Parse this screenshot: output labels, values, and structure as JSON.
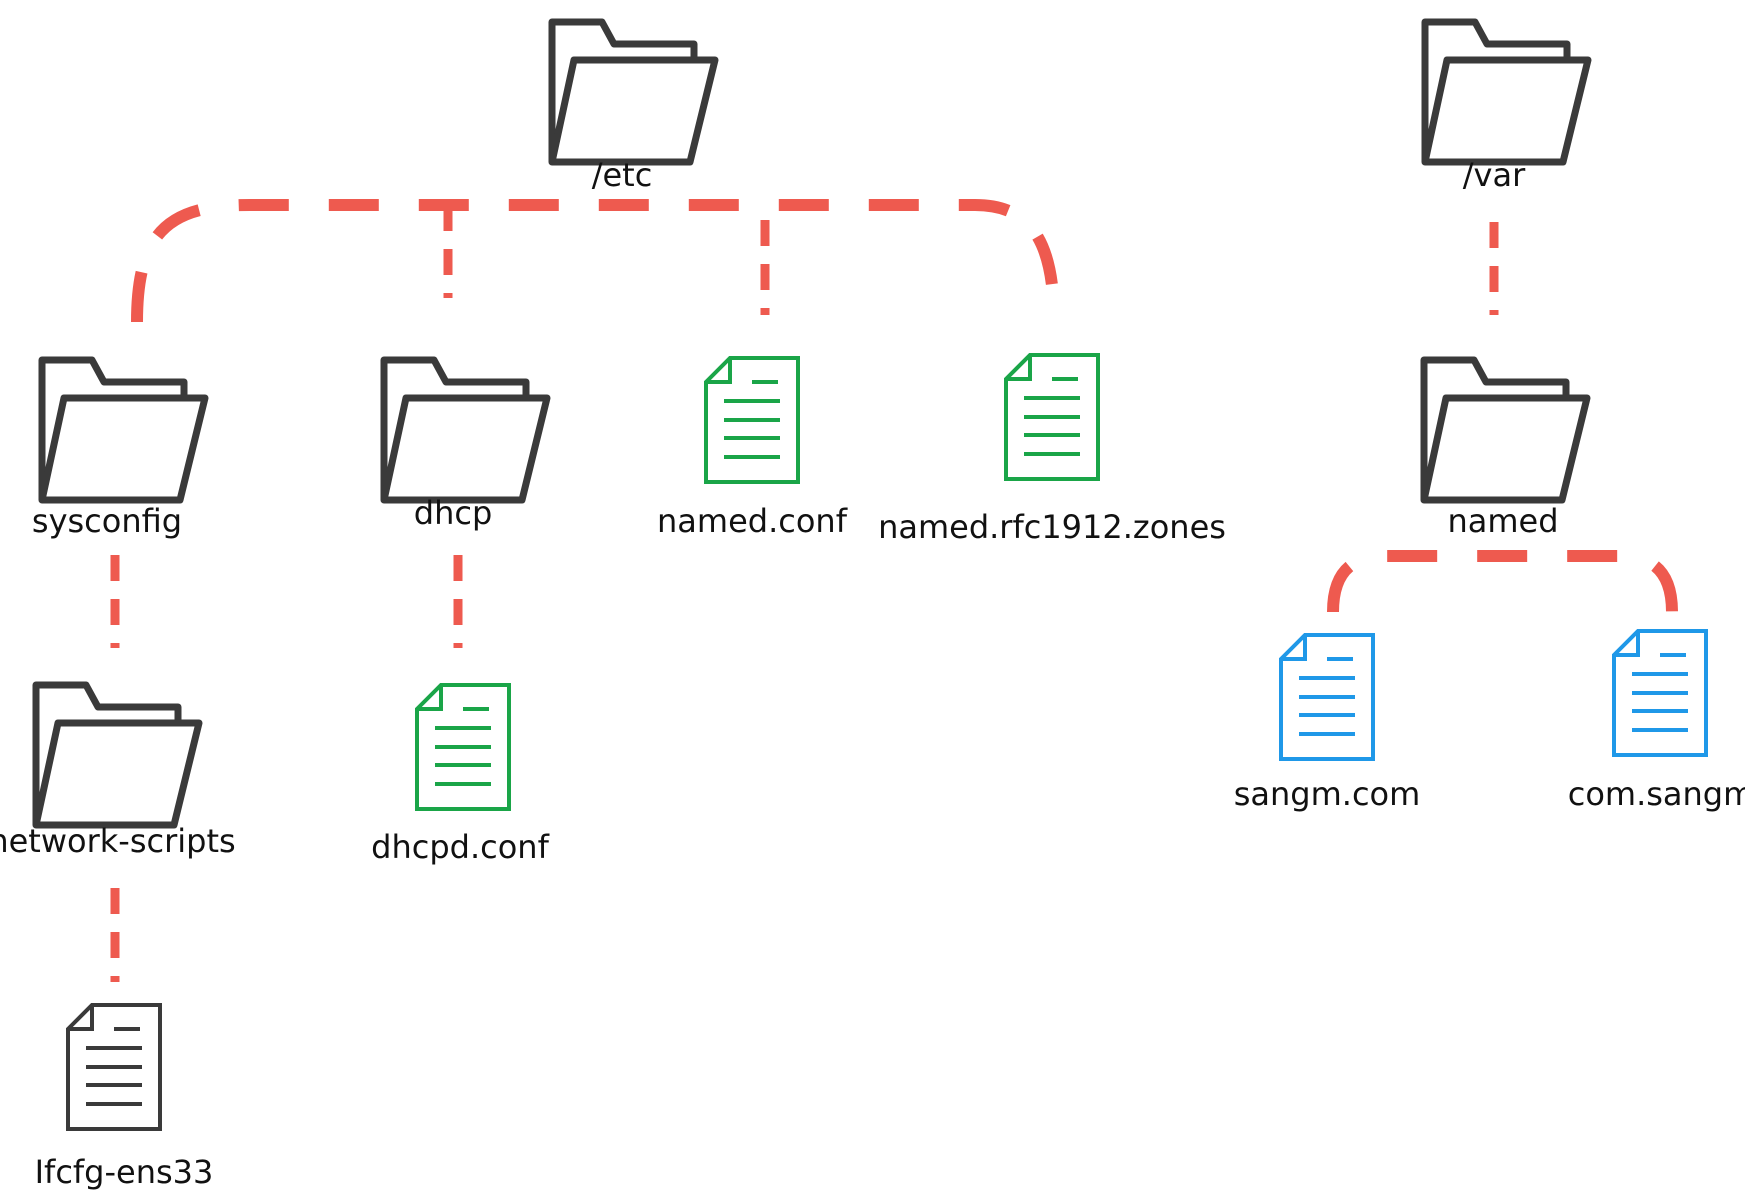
{
  "colors": {
    "connector": "#ee5a4f",
    "folder": "#3a3a3a",
    "file_dark": "#3a3a3a",
    "file_green": "#1aa548",
    "file_blue": "#1f98e8"
  },
  "nodes": {
    "etc": {
      "label": "/etc",
      "icon": "folder-icon"
    },
    "var": {
      "label": "/var",
      "icon": "folder-icon"
    },
    "sysconfig": {
      "label": "sysconfig",
      "icon": "folder-icon"
    },
    "dhcp": {
      "label": "dhcp",
      "icon": "folder-icon"
    },
    "named_conf": {
      "label": "named.conf",
      "icon": "file-icon"
    },
    "named_rfc1912_zones": {
      "label": "named.rfc1912.zones",
      "icon": "file-icon"
    },
    "named": {
      "label": "named",
      "icon": "folder-icon"
    },
    "network_scripts": {
      "label": "network-scripts",
      "icon": "folder-icon"
    },
    "dhcpd_conf": {
      "label": "dhcpd.conf",
      "icon": "file-icon"
    },
    "sangm_com": {
      "label": "sangm.com",
      "icon": "file-icon"
    },
    "com_sangm": {
      "label": "com.sangm",
      "icon": "file-icon"
    },
    "ifcfg_ens33": {
      "label": "Ifcfg-ens33",
      "icon": "file-icon"
    }
  }
}
